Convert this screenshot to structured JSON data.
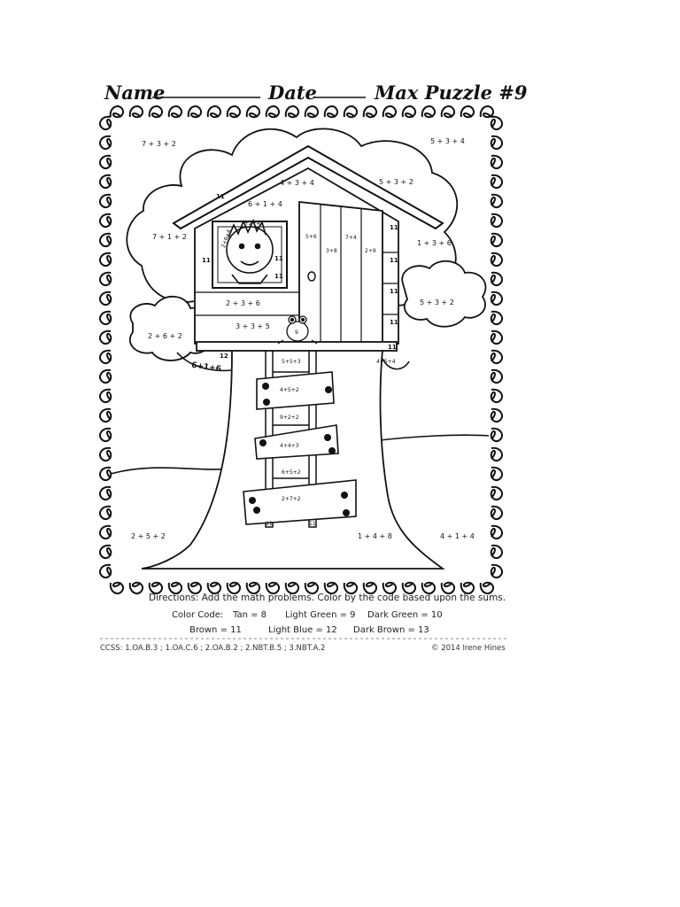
{
  "header": {
    "name_label": "Name",
    "date_label": "Date",
    "title": "Max Puzzle #9"
  },
  "puzzle": {
    "problems": {
      "top_left": "7 + 3 + 2",
      "top_right": "5 + 3 + 4",
      "roof": "4 + 3 + 4",
      "roof_right": "5 + 3 + 2",
      "window_top": "6 + 1 + 4",
      "hair": "7+2+4",
      "hair_side": "2+6+4",
      "left_leaves": "7 + 1 + 2",
      "right_leaves": "1 + 3 + 6",
      "door_1": "5+6",
      "door_2": "7+4",
      "door_3": "3+8",
      "door_4": "2+9",
      "wall_1": "2 + 3 + 6",
      "wall_2": "3 + 3 + 5",
      "bush_left": "2 + 6 + 2",
      "bush_right": "5 + 3 + 2",
      "trunk_left": "6+1+6",
      "trunk_right": "4+5+4",
      "ladder_1": "5+5+3",
      "plank_1": "4+5+2",
      "ladder_2": "9+2+2",
      "plank_2": "4+4+3",
      "ladder_3": "6+5+2",
      "plank_3": "2+7+2",
      "ground_left": "2 + 5 + 2",
      "ground_mid": "1 + 4 + 8",
      "ground_right": "4 + 1 + 4"
    },
    "tags": {
      "eleven": "11",
      "twelve": "12",
      "frog": "9"
    }
  },
  "directions": "Directions: Add the math problems. Color by the code based upon the sums.",
  "color_code": {
    "label": "Color Code:",
    "items": [
      {
        "text": "Tan = 8"
      },
      {
        "text": "Light Green = 9"
      },
      {
        "text": "Dark Green = 10"
      },
      {
        "text": "Brown = 11"
      },
      {
        "text": "Light Blue = 12"
      },
      {
        "text": "Dark Brown = 13"
      }
    ]
  },
  "footer": {
    "standards": "CCSS: 1.OA.B.3 ; 1.OA.C.6 ; 2.OA.B.2 ; 2.NBT.B.5 ; 3.NBT.A.2",
    "copyright": "© 2014 Irene Hines"
  }
}
